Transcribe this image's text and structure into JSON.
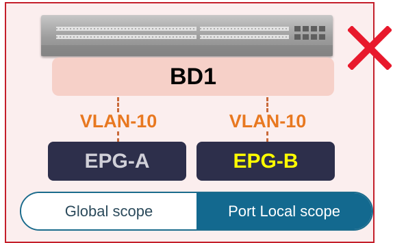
{
  "bridge_domain": {
    "label": "BD1"
  },
  "vlans": [
    {
      "label": "VLAN-10"
    },
    {
      "label": "VLAN-10"
    }
  ],
  "epgs": [
    {
      "label": "EPG-A",
      "text_color": "#d0d0d8"
    },
    {
      "label": "EPG-B",
      "text_color": "#ffff00"
    }
  ],
  "scope_toggle": {
    "options": [
      "Global scope",
      "Port Local scope"
    ],
    "selected": "Port Local scope"
  },
  "status_mark": {
    "icon": "red-x-icon",
    "color": "#e8192c"
  },
  "colors": {
    "panel_border": "#c41e2a",
    "panel_bg": "#fbeeee",
    "vlan_text": "#e87820",
    "epg_bg": "#2d2f4b",
    "toggle_accent": "#13698f"
  }
}
